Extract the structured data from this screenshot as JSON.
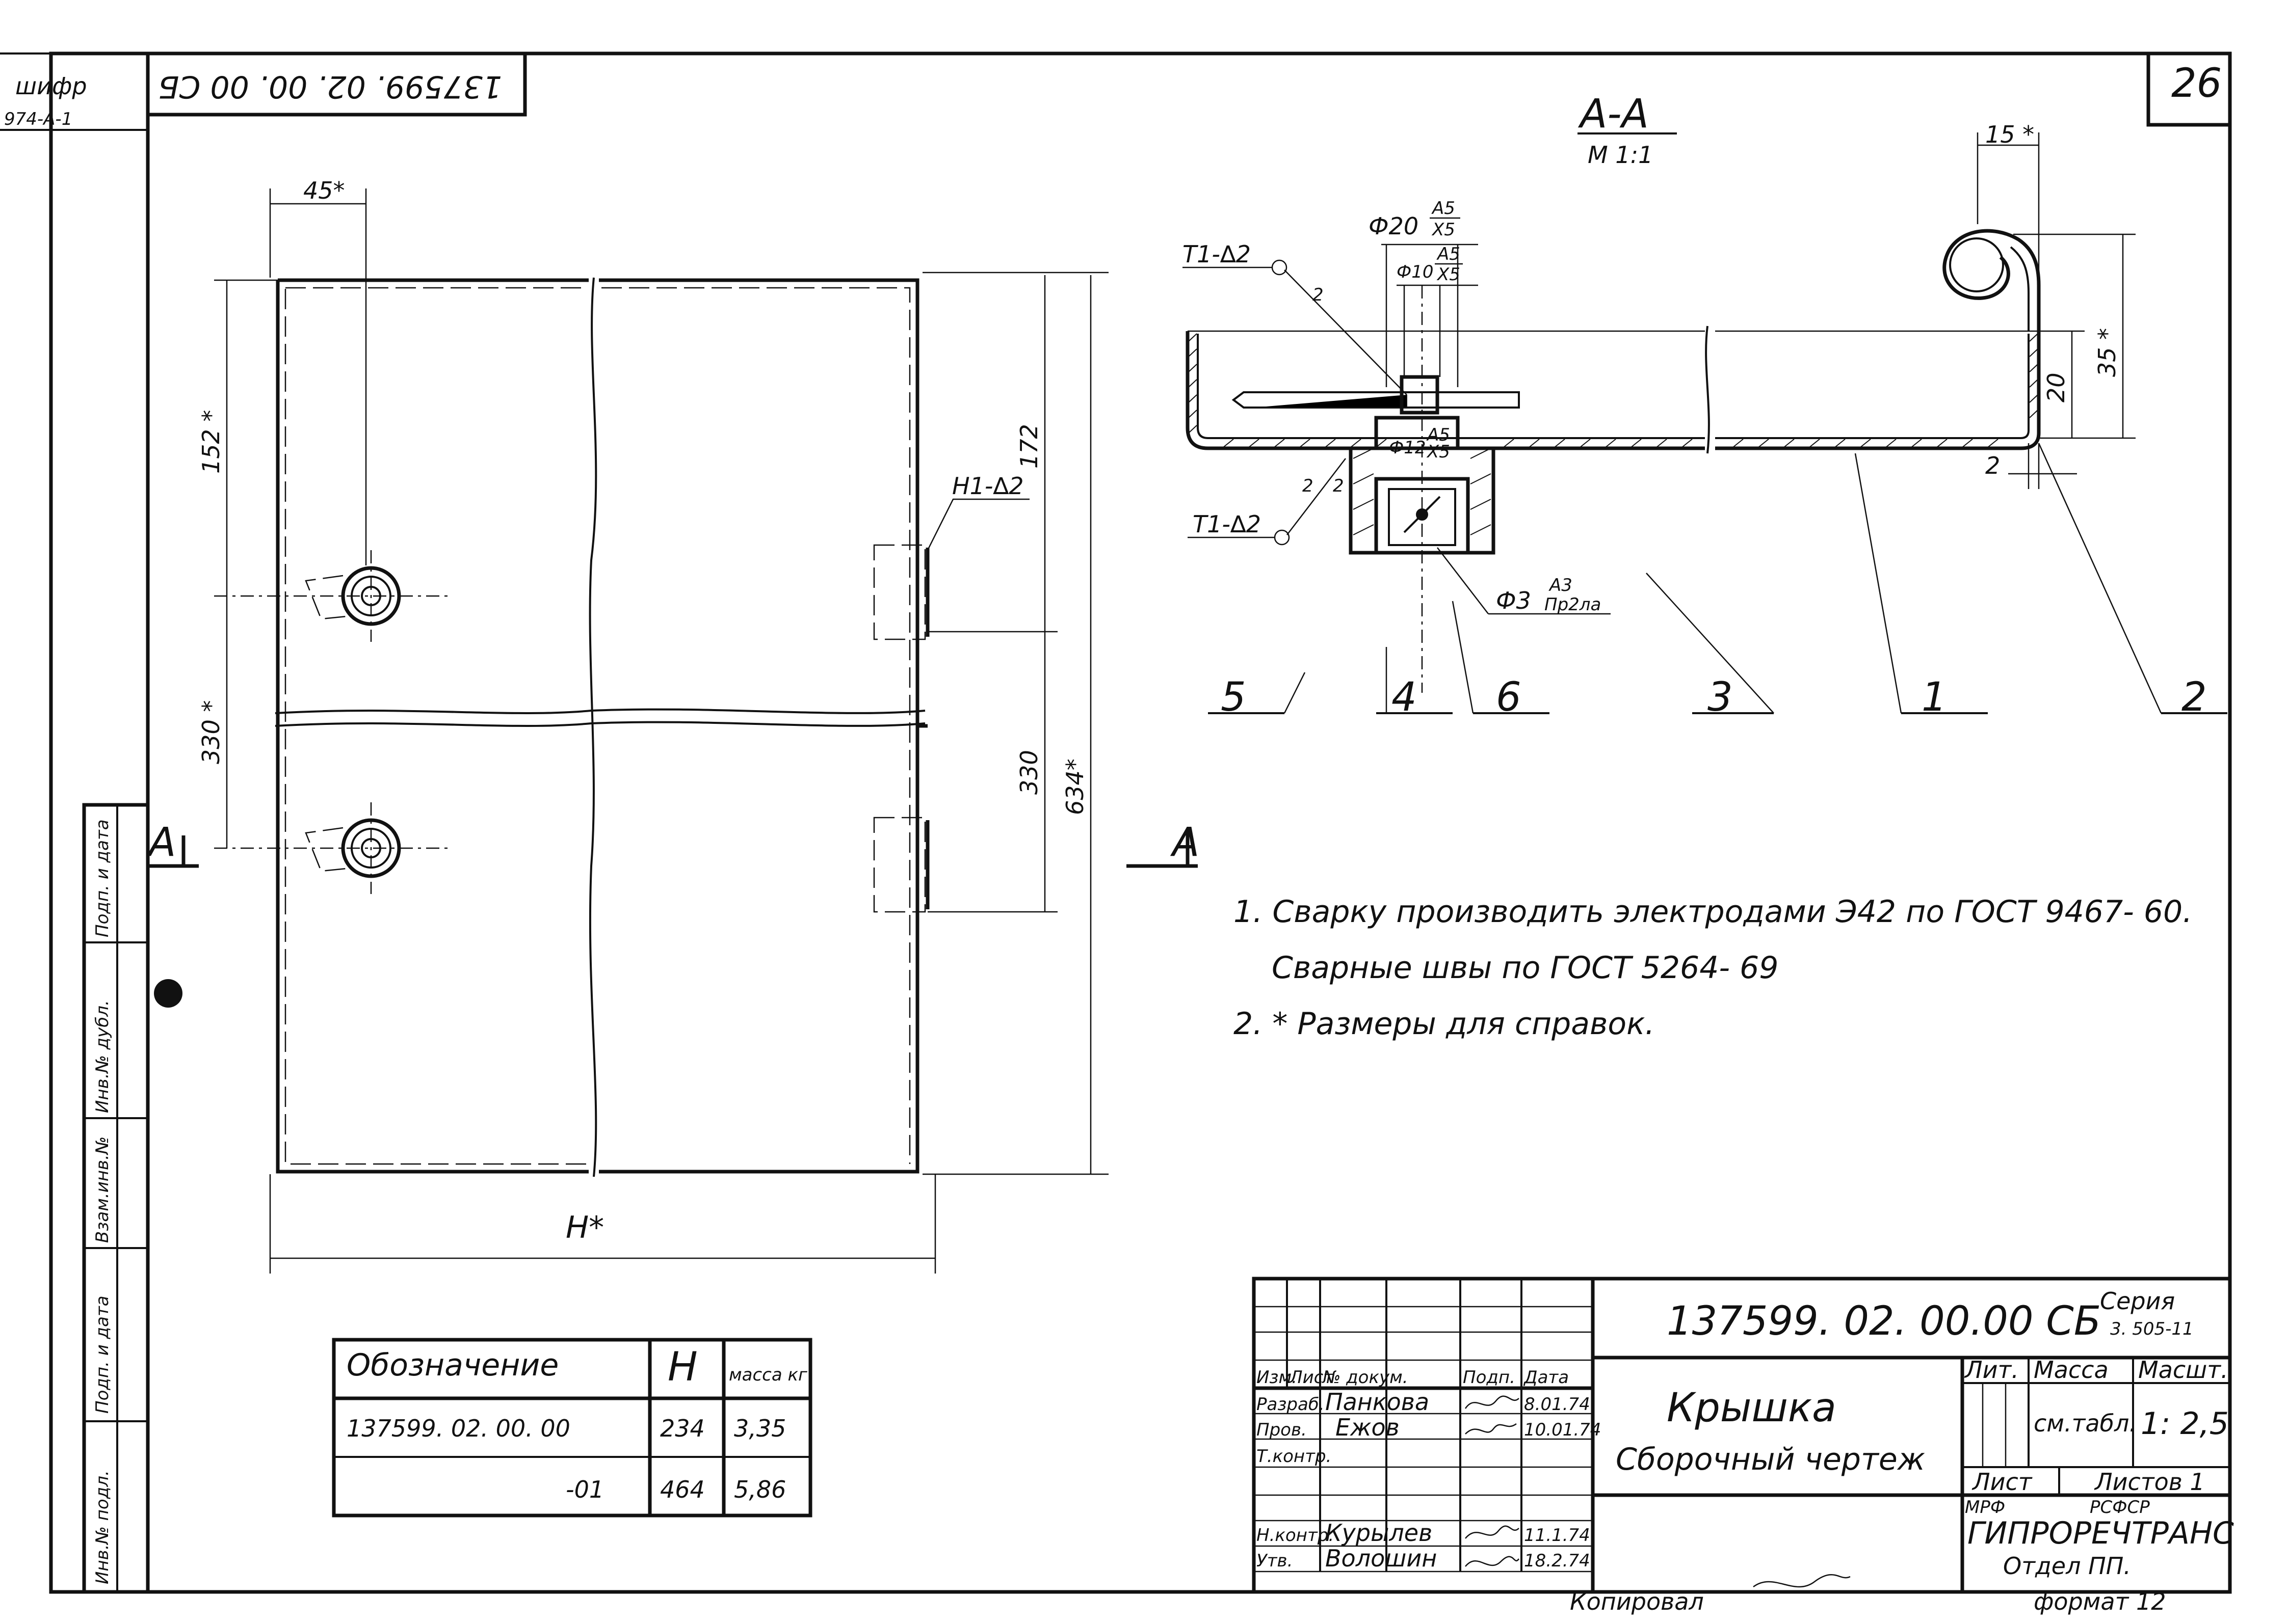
{
  "frame": {
    "cipher_label": "шифр",
    "cipher_value": "974-А-1",
    "sheet_number": "26",
    "rotated_code": "137599. 02. 00. 00 СБ"
  },
  "side_stamps": [
    "Инв.№ подл.",
    "Подп. и дата",
    "Взам.инв.№",
    "Инв.№ дубл.",
    "Подп. и дата"
  ],
  "plan_view": {
    "dim_45": "45*",
    "dim_152": "152 *",
    "dim_330_left": "330 *",
    "dim_172": "172",
    "dim_330_right": "330",
    "dim_634": "634*",
    "dim_H": "H*",
    "weld_label": "Н1-∆2",
    "section_mark_left": "A",
    "section_mark_right": "A"
  },
  "section_view": {
    "title": "А-А",
    "scale": "М 1:1",
    "dim_15": "15 *",
    "dim_35": "35 *",
    "dim_20": "20",
    "dim_2": "2",
    "phi20": "Ф20",
    "phi20_fit_top": "А5",
    "phi20_fit_bottom": "Х5",
    "phi10": "Ф10",
    "phi10_fit_top": "А5",
    "phi10_fit_bottom": "Х5",
    "phi12": "Ф12",
    "phi12_fit_top": "А5",
    "phi12_fit_bottom": "Х5",
    "phi3": "Ф3",
    "phi3_fit_top": "А3",
    "phi3_fit_bottom": "Пр2ла",
    "weld_top": "Т1-∆2",
    "weld_bottom": "Т1-∆2",
    "weld_leg_top": "2",
    "weld_leg_bottom": "2",
    "weld_leg_mid": "2",
    "callouts": [
      "5",
      "4",
      "6",
      "3",
      "1",
      "2"
    ]
  },
  "notes": [
    "1.  Сварку  производить   электродами   Э42  по  ГОСТ 9467- 60.",
    "Сварные  швы  по   ГОСТ  5264- 69",
    "2.   *  Размеры  для   справок."
  ],
  "variants_table": {
    "headers": [
      "Обозначение",
      "Н",
      "масса кг"
    ],
    "rows": [
      [
        "137599. 02. 00. 00",
        "234",
        "3,35"
      ],
      [
        "-01",
        "464",
        "5,86"
      ]
    ]
  },
  "title_block": {
    "code": "137599.  02.  00.00  СБ",
    "series_label": "Серия",
    "series_value": "3. 505-11",
    "name": "Крышка",
    "doc_type": "Сборочный   чертеж",
    "col_headers": [
      "Изм.",
      "Лист",
      "№ докум.",
      "Подп.",
      "Дата"
    ],
    "roles": [
      {
        "role": "Разраб.",
        "name": "Панкова",
        "date": "8.01.74"
      },
      {
        "role": "Пров.",
        "name": "Ежов",
        "date": "10.01.74"
      },
      {
        "role": "Т.контр.",
        "name": "",
        "date": ""
      },
      {
        "role": "Н.контр.",
        "name": "Курылев",
        "date": "11.1.74"
      },
      {
        "role": "Утв.",
        "name": "Волошин",
        "date": "18.2.74"
      }
    ],
    "lit_label": "Лит.",
    "mass_label": "Масса",
    "scale_label": "Масшт.",
    "mass_value": "см.табл.",
    "scale_value": "1: 2,5",
    "sheet_label": "Лист",
    "sheets_label": "Листов 1",
    "org_ministry_left": "МРФ",
    "org_ministry_right": "РСФСР",
    "org_name": "ГИПРОРЕЧТРАНС",
    "org_dept": "Отдел ПП.",
    "copied_label": "Копировал",
    "format_label": "формат  12"
  },
  "colors": {
    "ink": "#111111",
    "paper": "#ffffff"
  }
}
